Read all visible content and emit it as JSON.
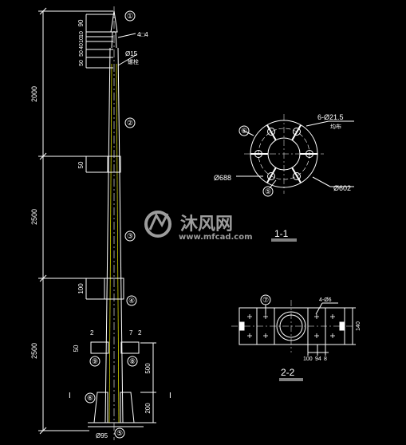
{
  "drawing": {
    "dimensions_vertical": [
      "2000",
      "2500",
      "2500"
    ],
    "dimensions_top": [
      "90",
      "10",
      "10",
      "40",
      "50",
      "50"
    ],
    "dim_50_joint": "50",
    "dim_100_joint": "100",
    "dims_bottom_right": [
      "500",
      "200"
    ],
    "dims_small": [
      "2",
      "50",
      "7",
      "2"
    ],
    "dim_base": "Ø95",
    "callouts": [
      "①",
      "②",
      "③",
      "④",
      "⑤",
      "⑥",
      "⑦",
      "⑧",
      "⑨"
    ],
    "label_4x4": "4□4",
    "label_d15": "Ø15",
    "label_d15_note": "螺栓",
    "section_marks": [
      "I",
      "I"
    ]
  },
  "section_1_1": {
    "title": "1-1",
    "holes_label": "6-Ø21.5",
    "holes_note": "均布",
    "dia_outer": "Ø688",
    "dia_pcd": "Ø602",
    "callout_6": "⑥",
    "callout_5": "⑤"
  },
  "section_2_2": {
    "title": "2-2",
    "label_top": "4-Ø6",
    "dim_right": "140",
    "dims_bottom": [
      "100",
      "94",
      "8"
    ],
    "callout_7": "⑦"
  },
  "watermark": {
    "brand": "沐风网",
    "url": "www.mfcad.com"
  },
  "colors": {
    "background": "#000000",
    "lines": "#ffffff",
    "accent": "#f0f000"
  }
}
